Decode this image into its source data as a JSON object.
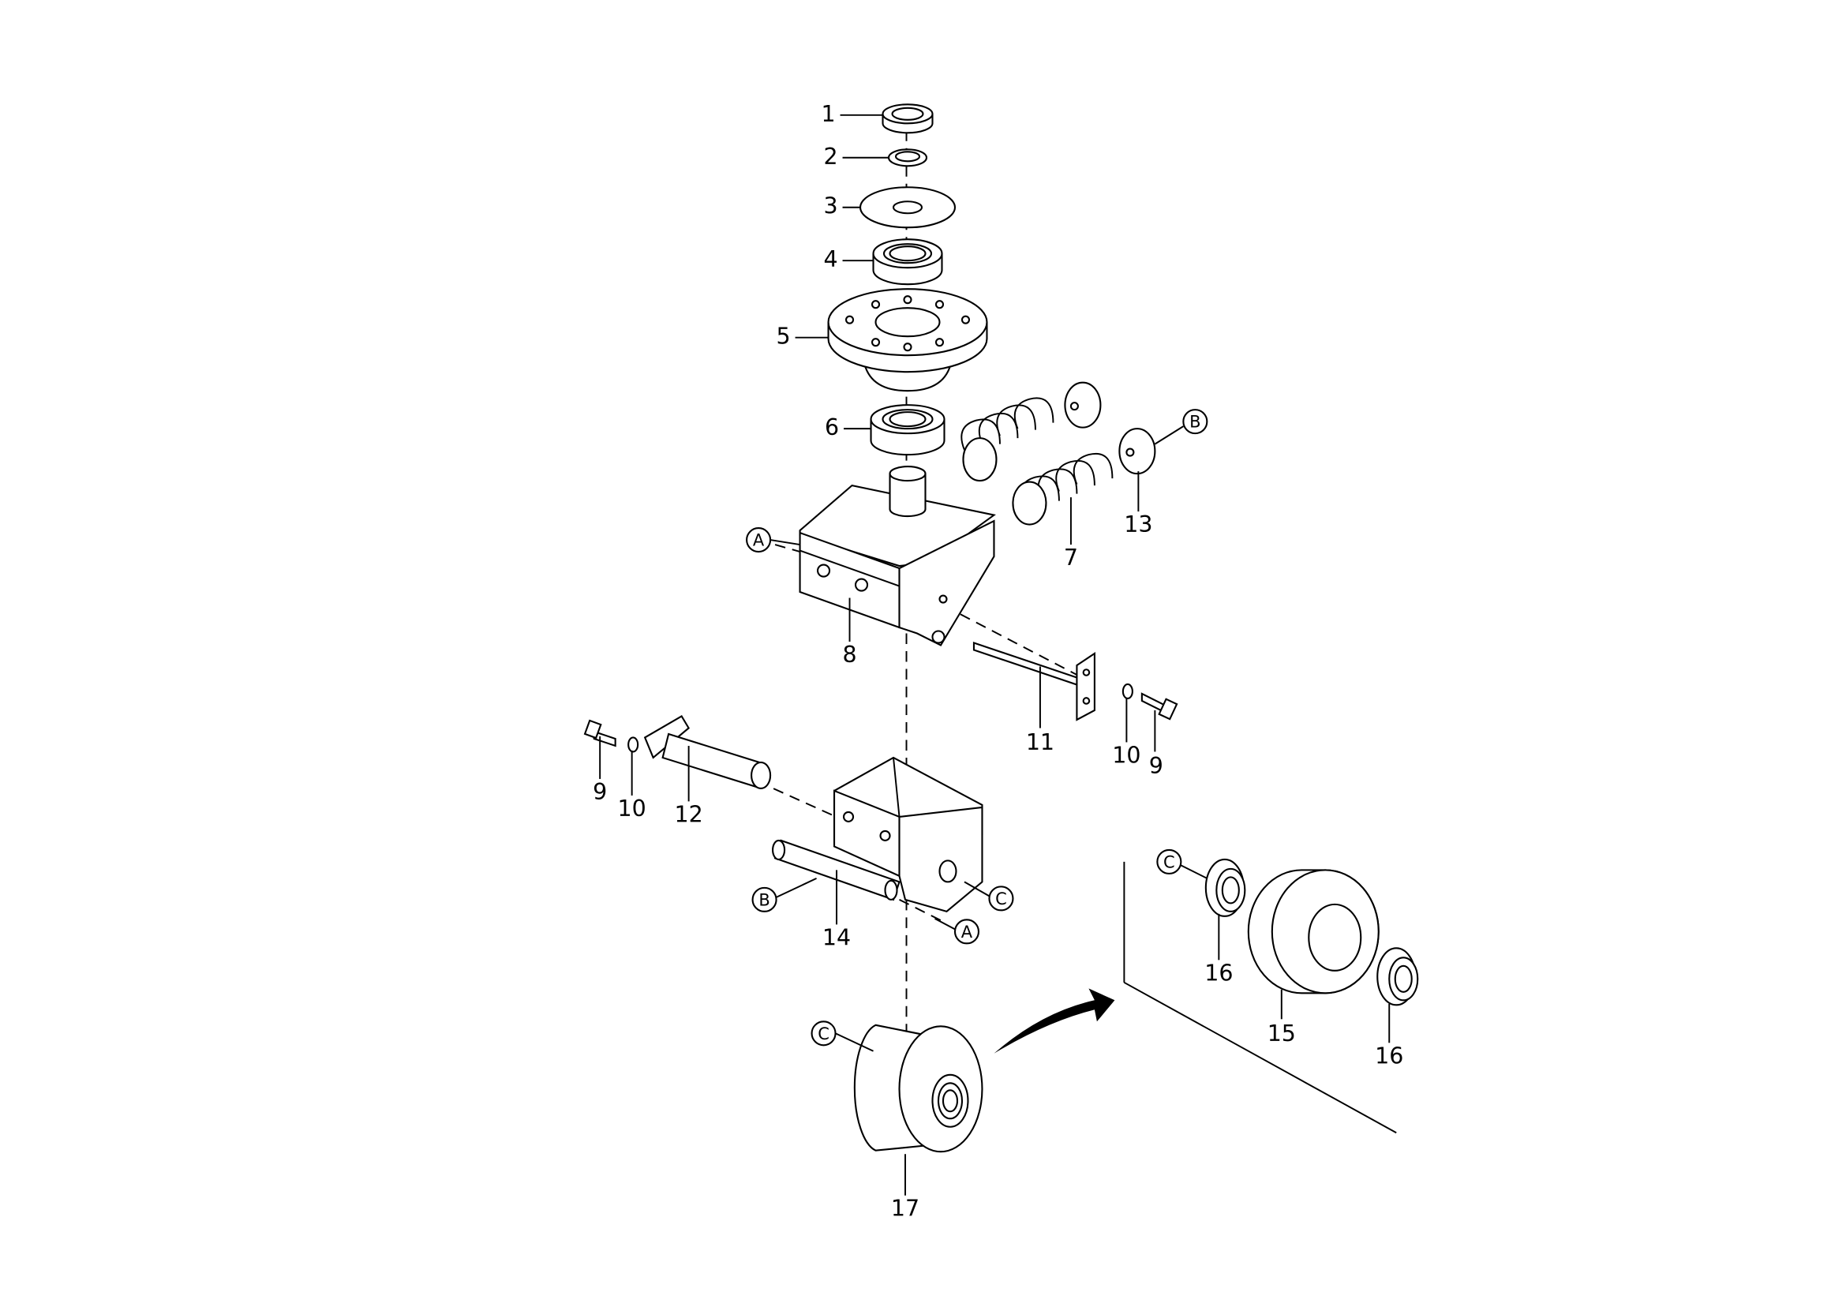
{
  "diagram": {
    "callouts": [
      {
        "label": "1"
      },
      {
        "label": "2"
      },
      {
        "label": "3"
      },
      {
        "label": "4"
      },
      {
        "label": "5"
      },
      {
        "label": "6"
      },
      {
        "label": "7"
      },
      {
        "label": "8"
      },
      {
        "label": "9"
      },
      {
        "label": "9"
      },
      {
        "label": "10"
      },
      {
        "label": "10"
      },
      {
        "label": "11"
      },
      {
        "label": "12"
      },
      {
        "label": "13"
      },
      {
        "label": "14"
      },
      {
        "label": "15"
      },
      {
        "label": "16"
      },
      {
        "label": "16"
      },
      {
        "label": "17"
      }
    ],
    "references": [
      {
        "label": "A"
      },
      {
        "label": "A"
      },
      {
        "label": "B"
      },
      {
        "label": "B"
      },
      {
        "label": "C"
      },
      {
        "label": "C"
      },
      {
        "label": "C"
      }
    ]
  }
}
